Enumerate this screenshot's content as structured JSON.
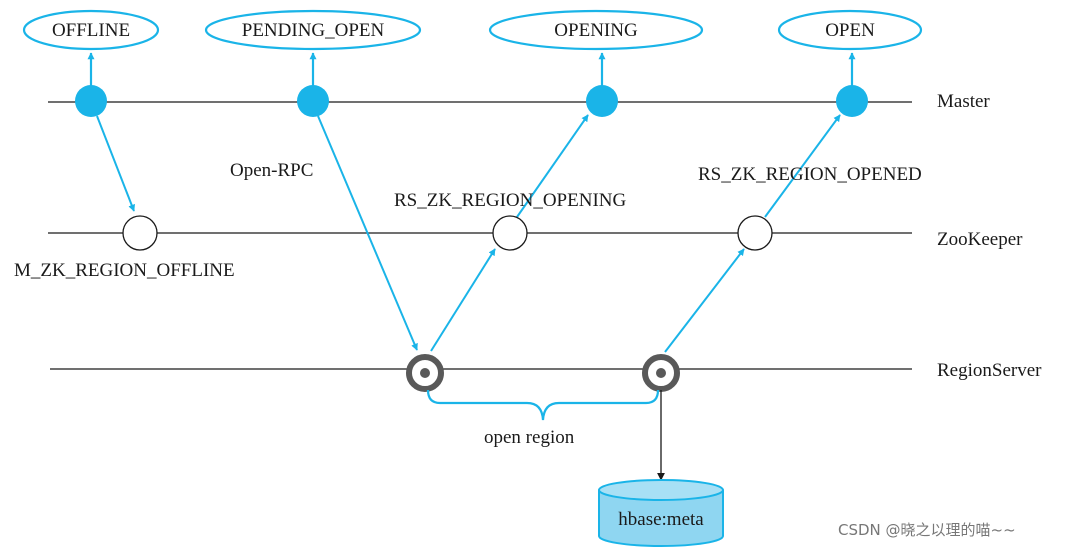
{
  "colors": {
    "accent": "#1ab4e8",
    "cylinder_fill": "#8fd6f1",
    "line": "#1a1a1a",
    "server_node": "#595959",
    "watermark": "#888888"
  },
  "states": {
    "offline": "OFFLINE",
    "pending_open": "PENDING_OPEN",
    "opening": "OPENING",
    "open": "OPEN"
  },
  "lanes": {
    "master": "Master",
    "zookeeper": "ZooKeeper",
    "regionserver": "RegionServer"
  },
  "messages": {
    "m_zk_region_offline": "M_ZK_REGION_OFFLINE",
    "open_rpc": "Open-RPC",
    "rs_zk_region_opening": "RS_ZK_REGION_OPENING",
    "rs_zk_region_opened": "RS_ZK_REGION_OPENED",
    "open_region": "open region"
  },
  "storage": {
    "label": "hbase:meta"
  },
  "watermark": "CSDN @晓之以理的喵~~"
}
